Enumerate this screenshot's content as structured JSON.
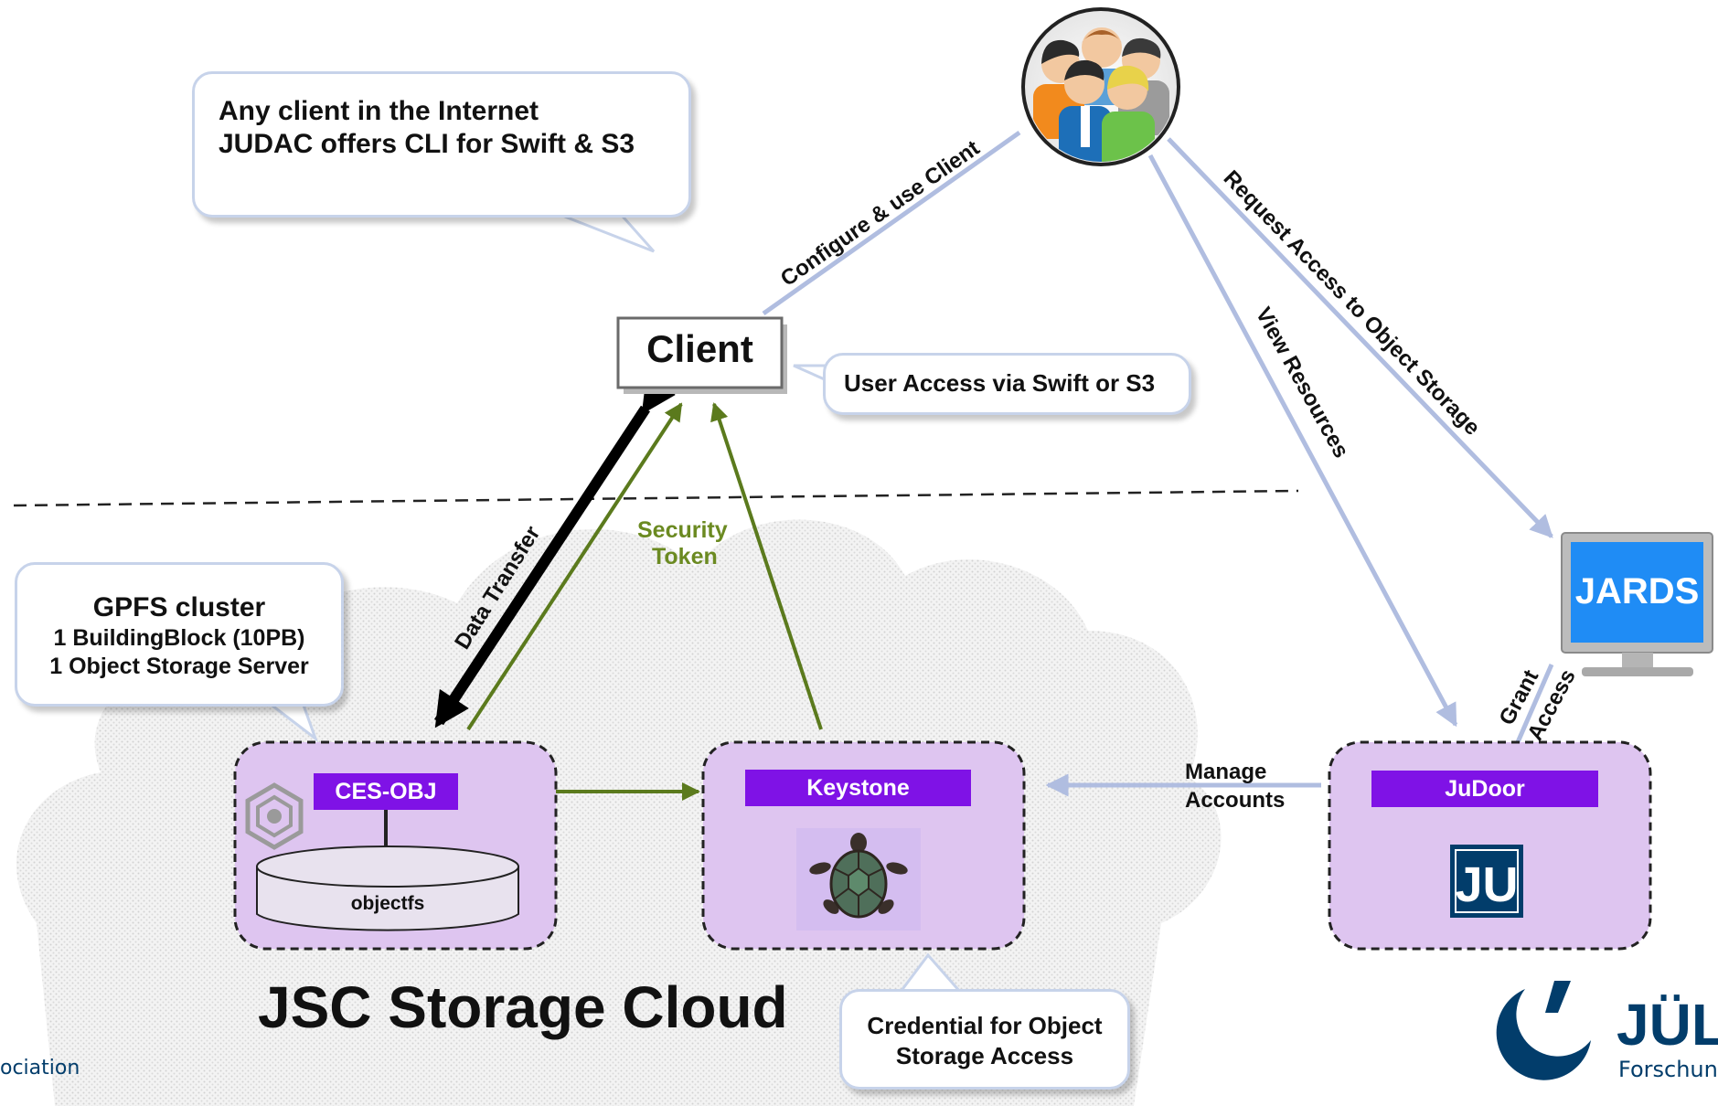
{
  "callouts": {
    "internet_line1": "Any client in the Internet",
    "internet_line2": "JUDAC offers CLI for Swift & S3",
    "user_access": "User Access via Swift or S3",
    "gpfs_title": "GPFS cluster",
    "gpfs_line1": "1 BuildingBlock (10PB)",
    "gpfs_line2": "1 Object Storage Server",
    "credential_line1": "Credential for Object",
    "credential_line2": "Storage Access"
  },
  "nodes": {
    "client": "Client",
    "jards": "JARDS",
    "ces_obj": "CES-OBJ",
    "objectfs": "objectfs",
    "keystone": "Keystone",
    "judoor": "JuDoor"
  },
  "edges": {
    "configure": "Configure & use Client",
    "request_access": "Request Access to Object Storage",
    "view_resources": "View Resources",
    "data_transfer": "Data Transfer",
    "security_token_1": "Security",
    "security_token_2": "Token",
    "manage_1": "Manage",
    "manage_2": "Accounts",
    "grant_1": "Grant",
    "grant_2": "Access"
  },
  "cloud_title": "JSC Storage Cloud",
  "footer_left": "ociation",
  "logo": {
    "text": "JÜL",
    "sub": "Forschun"
  },
  "colors": {
    "purple": "#7f12e6",
    "region_fill": "#dec5f0",
    "olive": "#5b7a1d",
    "light_blue_line": "#b0bde0",
    "logo_blue": "#023d6b",
    "jards_screen": "#1f8cf5"
  },
  "icons": [
    "users-group-icon",
    "turtle-icon",
    "hexagon-icon",
    "ju-logo-icon",
    "monitor-icon",
    "juelich-logo-icon"
  ]
}
